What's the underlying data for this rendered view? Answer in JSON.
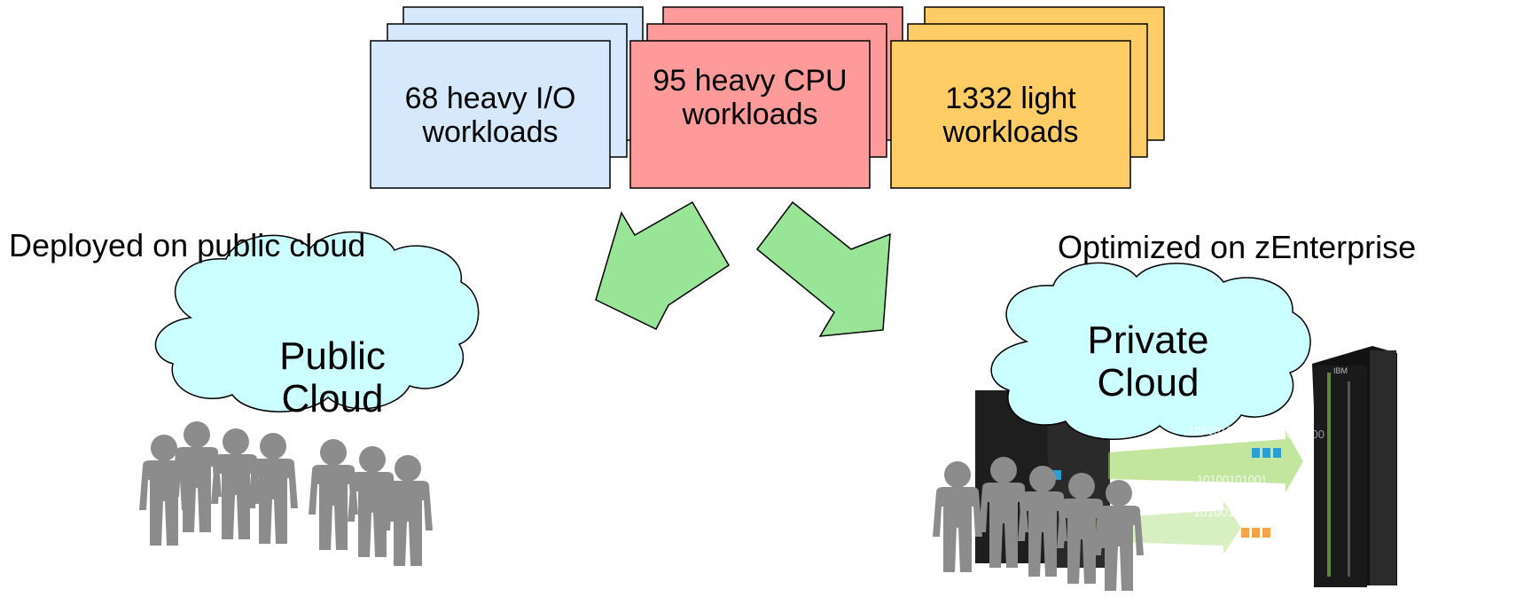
{
  "workload_groups": [
    {
      "line1": "68 heavy I/O",
      "line2": "workloads",
      "color": "#d6e8fb"
    },
    {
      "line1": "95 heavy CPU",
      "line2": "workloads",
      "color": "#fe9a9a"
    },
    {
      "line1": "1332 light",
      "line2": "workloads",
      "color": "#ffcc66"
    }
  ],
  "left": {
    "caption": "Deployed on public cloud",
    "cloud_line1": "Public",
    "cloud_line2": "Cloud"
  },
  "right": {
    "caption": "Optimized on zEnterprise",
    "cloud_line1": "Private",
    "cloud_line2": "Cloud",
    "binary_rows": [
      "10100100",
      "10100101001",
      "10100100101001",
      "1010010010100"
    ],
    "brand_label": "IBM"
  },
  "colors": {
    "arrow": "#98e598",
    "cloud": "#ccffff",
    "people": "#8c8c8c",
    "server": "#1e1e1e",
    "server_accent": "#8fd14f"
  },
  "icons": [
    "arrow-down-left-icon",
    "arrow-down-right-icon",
    "cloud-icon",
    "person-icon",
    "server-rack-icon"
  ]
}
